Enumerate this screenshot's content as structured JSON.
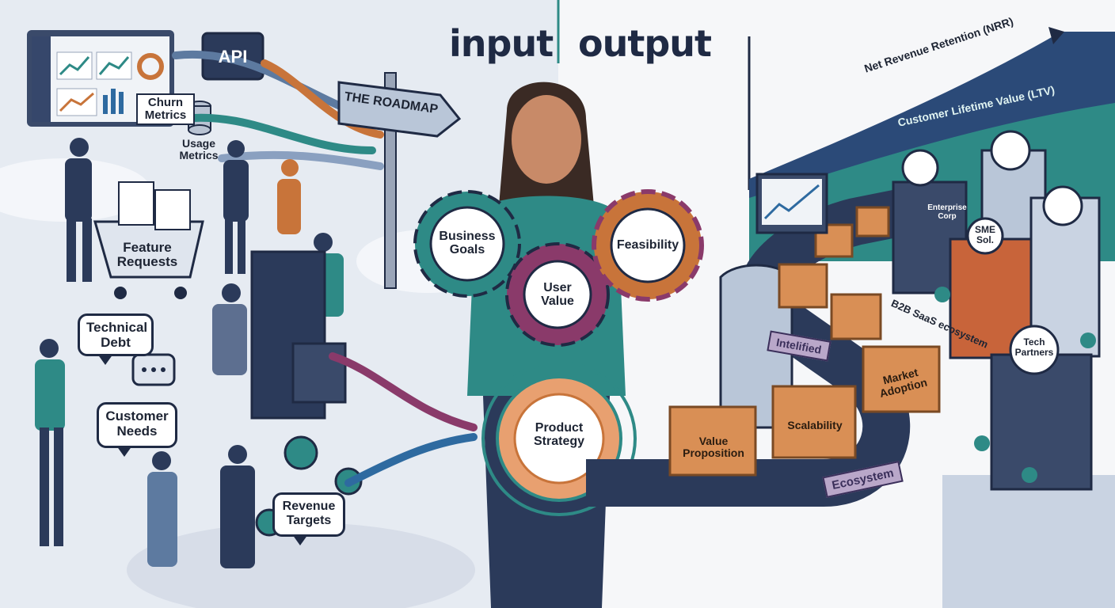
{
  "headings": {
    "input": "input",
    "output": "output"
  },
  "input_side": {
    "api_label": "API",
    "churn_metrics": "Churn\nMetrics",
    "usage_metrics": "Usage\nMetrics",
    "feature_requests": "Feature\nRequests",
    "technical_debt": "Technical\nDebt",
    "customer_needs": "Customer\nNeeds",
    "revenue_targets": "Revenue\nTargets",
    "signpost": "THE ROADMAP"
  },
  "center": {
    "gears": [
      "Business\nGoals",
      "User\nValue",
      "Feasibility"
    ],
    "core": "Product\nStrategy"
  },
  "output_side": {
    "curve_top": "Net Revenue Retention (NRR)",
    "curve_mid": "Customer Lifetime Value (LTV)",
    "boxes": [
      "Value\nProposition",
      "Scalability",
      "Market\nAdoption"
    ],
    "ecosystem_label": "B2B SaaS ecosystem",
    "ribbon_a": "Intelified",
    "ribbon_b": "Ecosystem",
    "buildings": [
      "Enterprise\nCorp",
      "SME\nSol.",
      "Tech\nPartners"
    ]
  },
  "colors": {
    "navy": "#1f2a44",
    "teal": "#2e8a86",
    "magenta": "#8a3a6a",
    "orange": "#c8743a",
    "box": "#d98f55",
    "sky": "#e4e9f1"
  }
}
